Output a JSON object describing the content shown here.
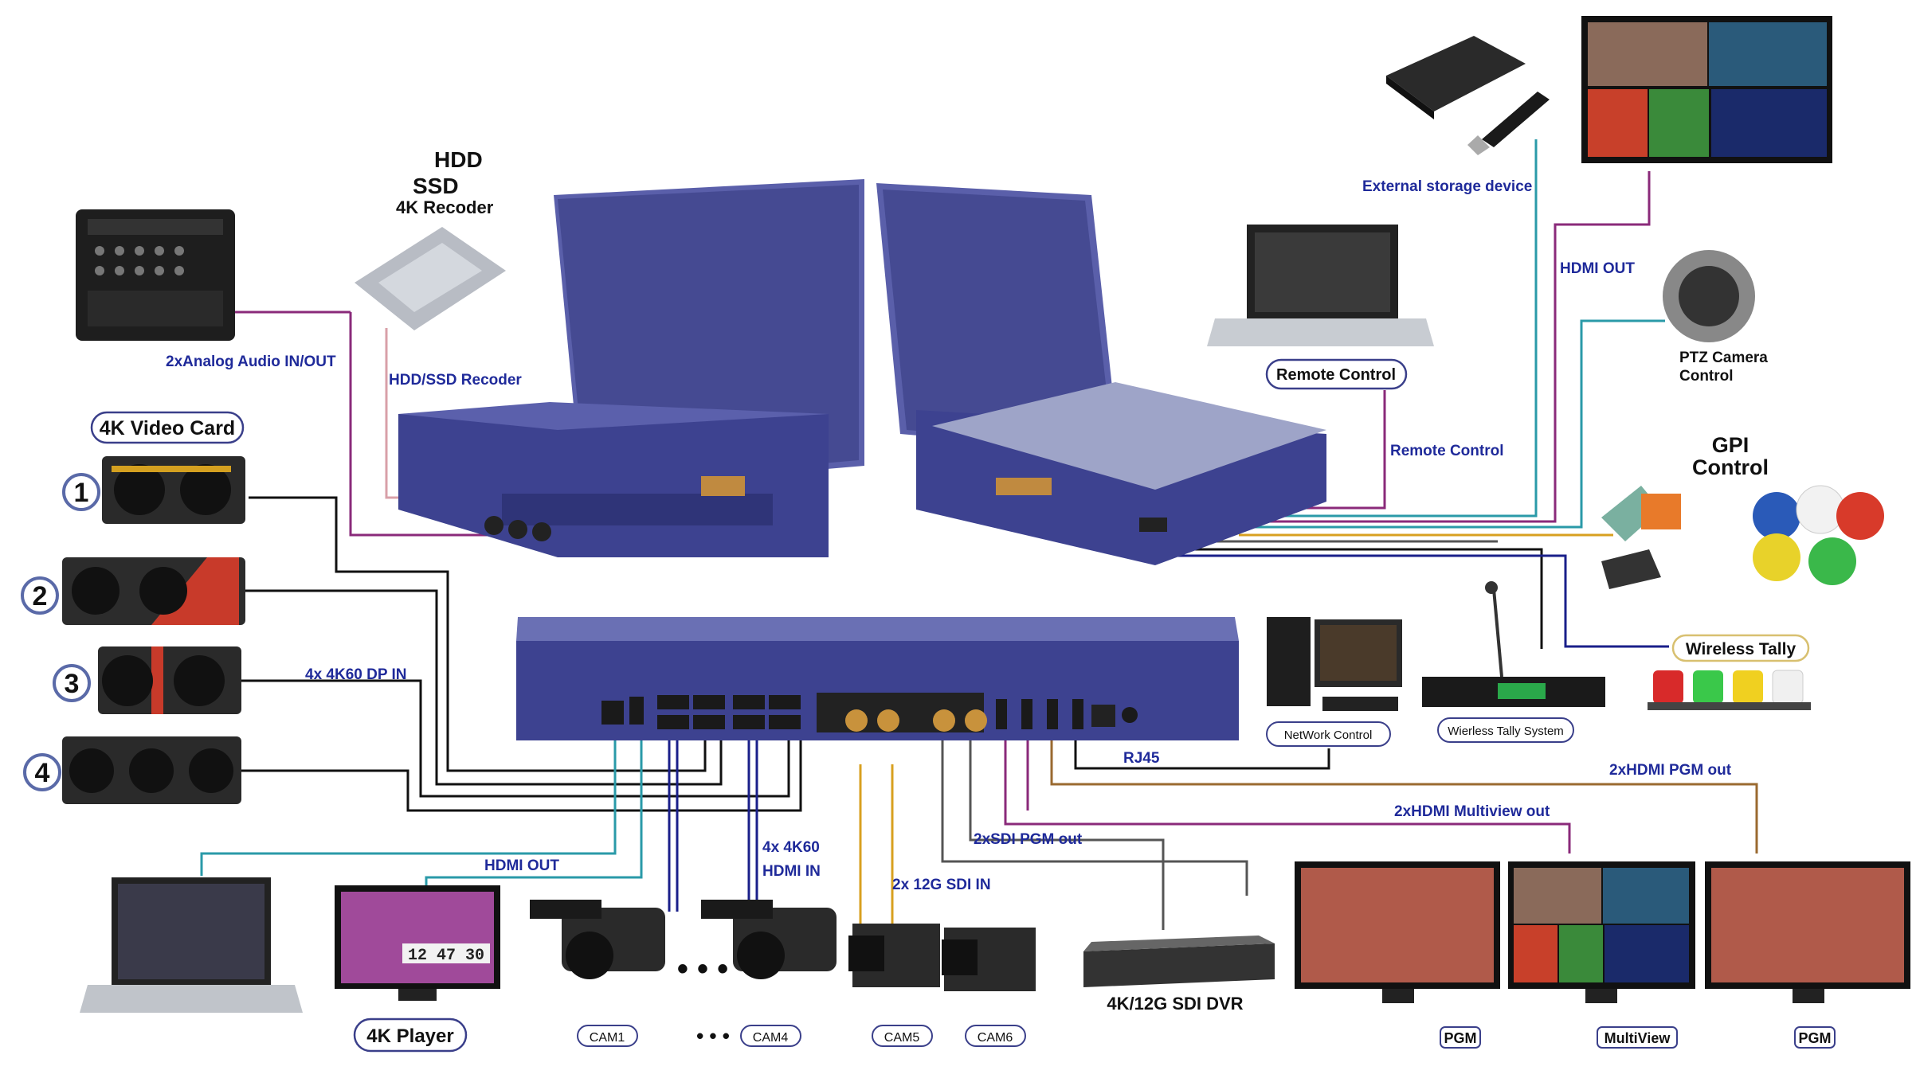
{
  "header": {
    "hdd": "HDD",
    "ssd": "SSD",
    "recorder": "4K Recoder"
  },
  "labels": {
    "audio": "2xAnalog Audio  IN/OUT",
    "hdd_ssd_recorder": "HDD/SSD Recoder",
    "video_card": "4K Video Card",
    "dp_in": "4x 4K60 DP IN",
    "external_storage": "External storage device",
    "hdmi_out_top": "HDMI OUT",
    "remote_control_box": "Remote Control",
    "remote_control_line": "Remote Control",
    "ptz": "PTZ Camera",
    "ptz_2": "Control",
    "gpi": "GPI",
    "gpi_2": "Control",
    "wireless_tally": "Wireless Tally",
    "network_control": "NetWork Control",
    "wireless_tally_system": "Wierless Tally System",
    "rj45": "RJ45",
    "hdmi_pgm_out": "2xHDMI PGM out",
    "hdmi_multiview_out": "2xHDMI Multiview out",
    "sdi_pgm_out": "2xSDI PGM out",
    "sdi_in": "2x 12G SDI IN",
    "hdmi_in_1": "4x 4K60",
    "hdmi_in_2": "HDMI IN",
    "hdmi_out_bottom": "HDMI OUT",
    "player": "4K Player",
    "dvr": "4K/12G SDI DVR",
    "player_clock": "12 47 30"
  },
  "card_numbers": [
    "1",
    "2",
    "3",
    "4"
  ],
  "cameras": [
    "CAM1",
    "CAM4",
    "CAM5",
    "CAM6"
  ],
  "ellipsis": "• • •",
  "monitors": [
    "PGM",
    "MultiView",
    "PGM"
  ],
  "colors": {
    "label_blue": "#1f2a9a",
    "chassis": "#4a4f9a",
    "line_magenta": "#8a2a7a",
    "line_teal": "#2a9aa8",
    "line_navy": "#1a1f8a",
    "line_gold": "#d8a020",
    "line_brown": "#9a6a30",
    "line_black": "#111111"
  }
}
